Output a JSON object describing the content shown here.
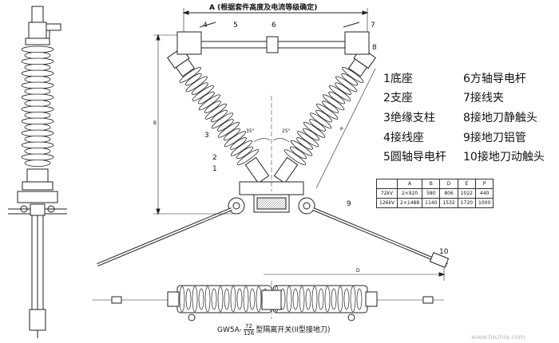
{
  "top_dimension_label": "A (根据套件高度及电流等级确定)",
  "part_callouts": [
    "1",
    "2",
    "3",
    "4",
    "5",
    "6",
    "7",
    "8",
    "9",
    "10"
  ],
  "dimension_letters": {
    "b": "B",
    "d": "D",
    "p": "P"
  },
  "angles": [
    "35°",
    "25°"
  ],
  "legend": [
    {
      "num": "1",
      "text": "底座"
    },
    {
      "num": "2",
      "text": "支座"
    },
    {
      "num": "3",
      "text": "绝缘支柱"
    },
    {
      "num": "4",
      "text": "接线座"
    },
    {
      "num": "5",
      "text": "圆轴导电杆"
    },
    {
      "num": "6",
      "text": "方轴导电杆"
    },
    {
      "num": "7",
      "text": "接线夹"
    },
    {
      "num": "8",
      "text": "接地刀静触头"
    },
    {
      "num": "9",
      "text": "接地刀铝管"
    },
    {
      "num": "10",
      "text": "接地刀动触头"
    }
  ],
  "spec_table": {
    "headers": [
      "",
      "A",
      "B",
      "D",
      "E",
      "P"
    ],
    "rows": [
      [
        "72kV",
        "2×920",
        "580",
        "806",
        "1022",
        "440"
      ],
      [
        "126kV",
        "2×1488",
        "1140",
        "1532",
        "1720",
        "1000"
      ]
    ]
  },
  "caption": {
    "model": "GW5A-",
    "voltage_top": "72",
    "voltage_bottom": "126",
    "suffix": "型隔离开关(II型接地刀)"
  },
  "watermark": "www.hezhia.com"
}
